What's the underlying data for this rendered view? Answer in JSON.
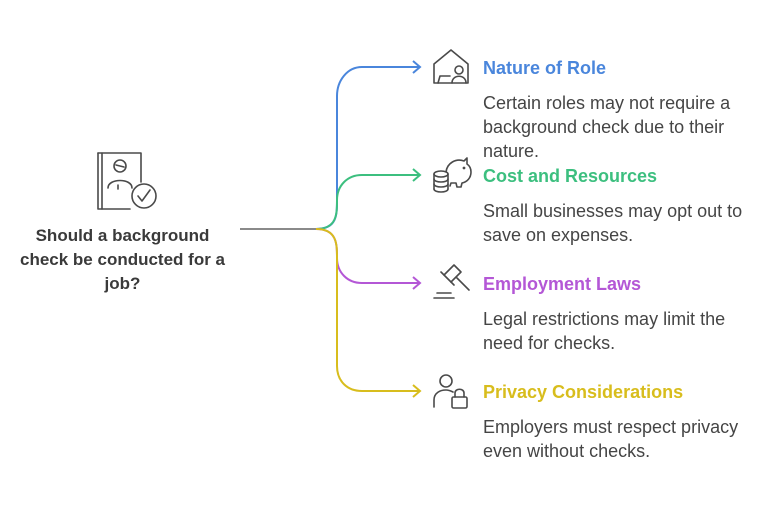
{
  "diagram": {
    "question": "Should a background check be conducted for a job?",
    "colors": {
      "trunk": "#8a8a8a",
      "icon": "#4a4a4a",
      "text": "#454545"
    },
    "branches": [
      {
        "title": "Nature of Role",
        "description": "Certain roles may not require a background check due to their nature.",
        "color": "#4a86dc",
        "icon": "house-person-icon"
      },
      {
        "title": "Cost and Resources",
        "description": "Small businesses may opt out to save on expenses.",
        "color": "#3cbf7f",
        "icon": "piggy-bank-coins-icon"
      },
      {
        "title": "Employment Laws",
        "description": "Legal restrictions may limit the need for checks.",
        "color": "#b457d6",
        "icon": "gavel-icon"
      },
      {
        "title": "Privacy Considerations",
        "description": "Employers must respect privacy even without checks.",
        "color": "#d8bd1d",
        "icon": "person-lock-icon"
      }
    ]
  }
}
